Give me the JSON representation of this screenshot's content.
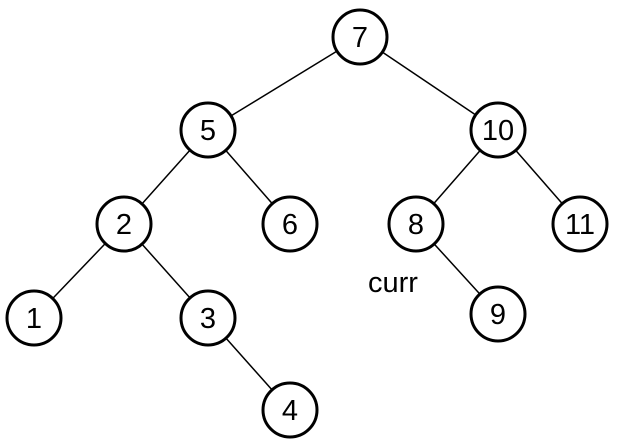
{
  "tree": {
    "nodes": [
      {
        "id": "n7",
        "label": "7"
      },
      {
        "id": "n5",
        "label": "5"
      },
      {
        "id": "n10",
        "label": "10"
      },
      {
        "id": "n2",
        "label": "2"
      },
      {
        "id": "n6",
        "label": "6"
      },
      {
        "id": "n8",
        "label": "8"
      },
      {
        "id": "n11",
        "label": "11"
      },
      {
        "id": "n1",
        "label": "1"
      },
      {
        "id": "n3",
        "label": "3"
      },
      {
        "id": "n9",
        "label": "9"
      },
      {
        "id": "n4",
        "label": "4"
      }
    ],
    "edges": [
      [
        "n7",
        "n5"
      ],
      [
        "n7",
        "n10"
      ],
      [
        "n5",
        "n2"
      ],
      [
        "n5",
        "n6"
      ],
      [
        "n10",
        "n8"
      ],
      [
        "n10",
        "n11"
      ],
      [
        "n2",
        "n1"
      ],
      [
        "n2",
        "n3"
      ],
      [
        "n8",
        "n9"
      ],
      [
        "n3",
        "n4"
      ]
    ],
    "annotation": {
      "text": "curr",
      "target": "n8"
    }
  }
}
